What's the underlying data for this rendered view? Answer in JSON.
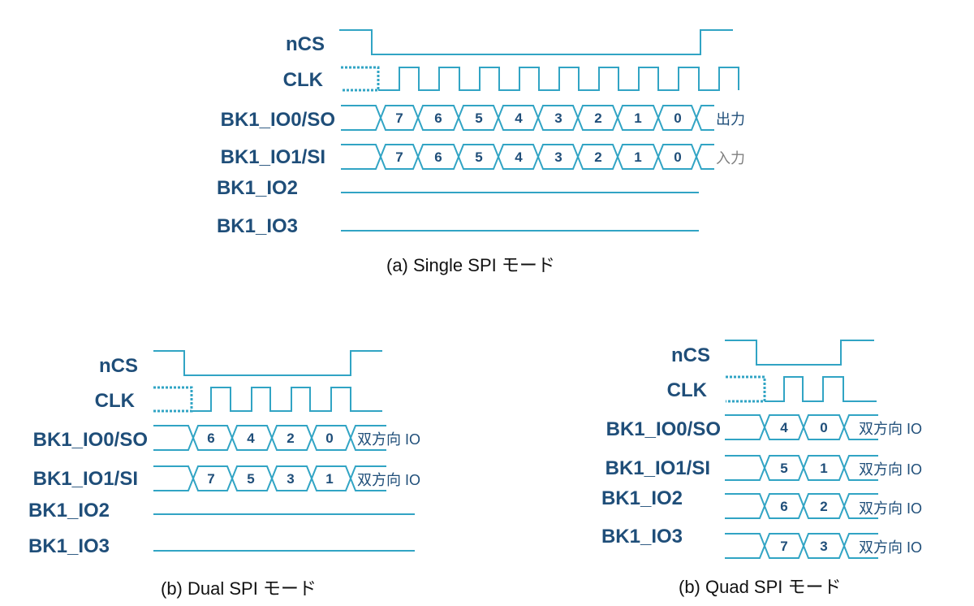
{
  "diagrams": [
    {
      "caption": "(a)  Single SPI モード",
      "signals": [
        {
          "name": "nCS"
        },
        {
          "name": "CLK"
        },
        {
          "name": "BK1_IO0/SO",
          "bits": [
            "7",
            "6",
            "5",
            "4",
            "3",
            "2",
            "1",
            "0"
          ],
          "note": "出力"
        },
        {
          "name": "BK1_IO1/SI",
          "bits": [
            "7",
            "6",
            "5",
            "4",
            "3",
            "2",
            "1",
            "0"
          ],
          "note": "入力"
        },
        {
          "name": "BK1_IO2"
        },
        {
          "name": "BK1_IO3"
        }
      ]
    },
    {
      "caption": "(b) Dual SPI モード",
      "signals": [
        {
          "name": "nCS"
        },
        {
          "name": "CLK"
        },
        {
          "name": "BK1_IO0/SO",
          "bits": [
            "6",
            "4",
            "2",
            "0"
          ],
          "note": "双方向 IO"
        },
        {
          "name": "BK1_IO1/SI",
          "bits": [
            "7",
            "5",
            "3",
            "1"
          ],
          "note": "双方向 IO"
        },
        {
          "name": "BK1_IO2"
        },
        {
          "name": "BK1_IO3"
        }
      ]
    },
    {
      "caption": "(b) Quad SPI モード",
      "signals": [
        {
          "name": "nCS"
        },
        {
          "name": "CLK"
        },
        {
          "name": "BK1_IO0/SO",
          "bits": [
            "4",
            "0"
          ],
          "note": "双方向 IO"
        },
        {
          "name": "BK1_IO1/SI",
          "bits": [
            "5",
            "1"
          ],
          "note": "双方向 IO"
        },
        {
          "name": "BK1_IO2",
          "bits": [
            "6",
            "2"
          ],
          "note": "双方向 IO"
        },
        {
          "name": "BK1_IO3",
          "bits": [
            "7",
            "3"
          ],
          "note": "双方向 IO"
        }
      ]
    }
  ],
  "colors": {
    "wave": "#31a4c4",
    "label": "#1f4e79",
    "note_input": "#7f7f7f"
  }
}
